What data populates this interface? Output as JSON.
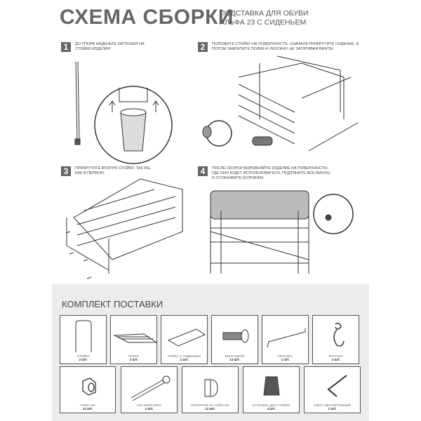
{
  "header": {
    "title": "СХЕМА СБОРКИ",
    "subtitle_line1": "ПОДСТАВКА ДЛЯ ОБУВИ",
    "subtitle_line2": "АЛЬФА 23 С СИДЕНЬЕМ"
  },
  "steps": [
    {
      "number": "1",
      "text": "До упора наденьте заглушки на стойки изделия"
    },
    {
      "number": "2",
      "text": "Положите стойку на поверхность. Сначала прикрутите сиденье, а потом закрепите полки и укосину, не затягивая винты."
    },
    {
      "number": "3",
      "text": "Прикрутите вторую стойку, так же, как и первую."
    },
    {
      "number": "4",
      "text": "После сборки выровняйте изделие на поверхности, где оно будет использоваться. Подтяните все винты и установите колпачки."
    }
  ],
  "kit": {
    "title": "КОМПЛЕКТ ПОСТАВКИ",
    "items": [
      {
        "name": "Стойка",
        "qty": "2 шт."
      },
      {
        "name": "Полка",
        "qty": "2 шт."
      },
      {
        "name": "Полка с сиденьем",
        "qty": "1 шт."
      },
      {
        "name": "Винт M5x20",
        "qty": "12 шт."
      },
      {
        "name": "Укосина",
        "qty": "1 шт."
      },
      {
        "name": "Крючок",
        "qty": "1 шт."
      },
      {
        "name": "Гайка M5",
        "qty": "12 шт."
      },
      {
        "name": "Гаечный ключ",
        "qty": "1 шт."
      },
      {
        "name": "Колпачок на гайку M5",
        "qty": "12 шт."
      },
      {
        "name": "Заглушка для стойки",
        "qty": "4 шт."
      },
      {
        "name": "Ключ шестигранный",
        "qty": "1 шт."
      }
    ]
  }
}
